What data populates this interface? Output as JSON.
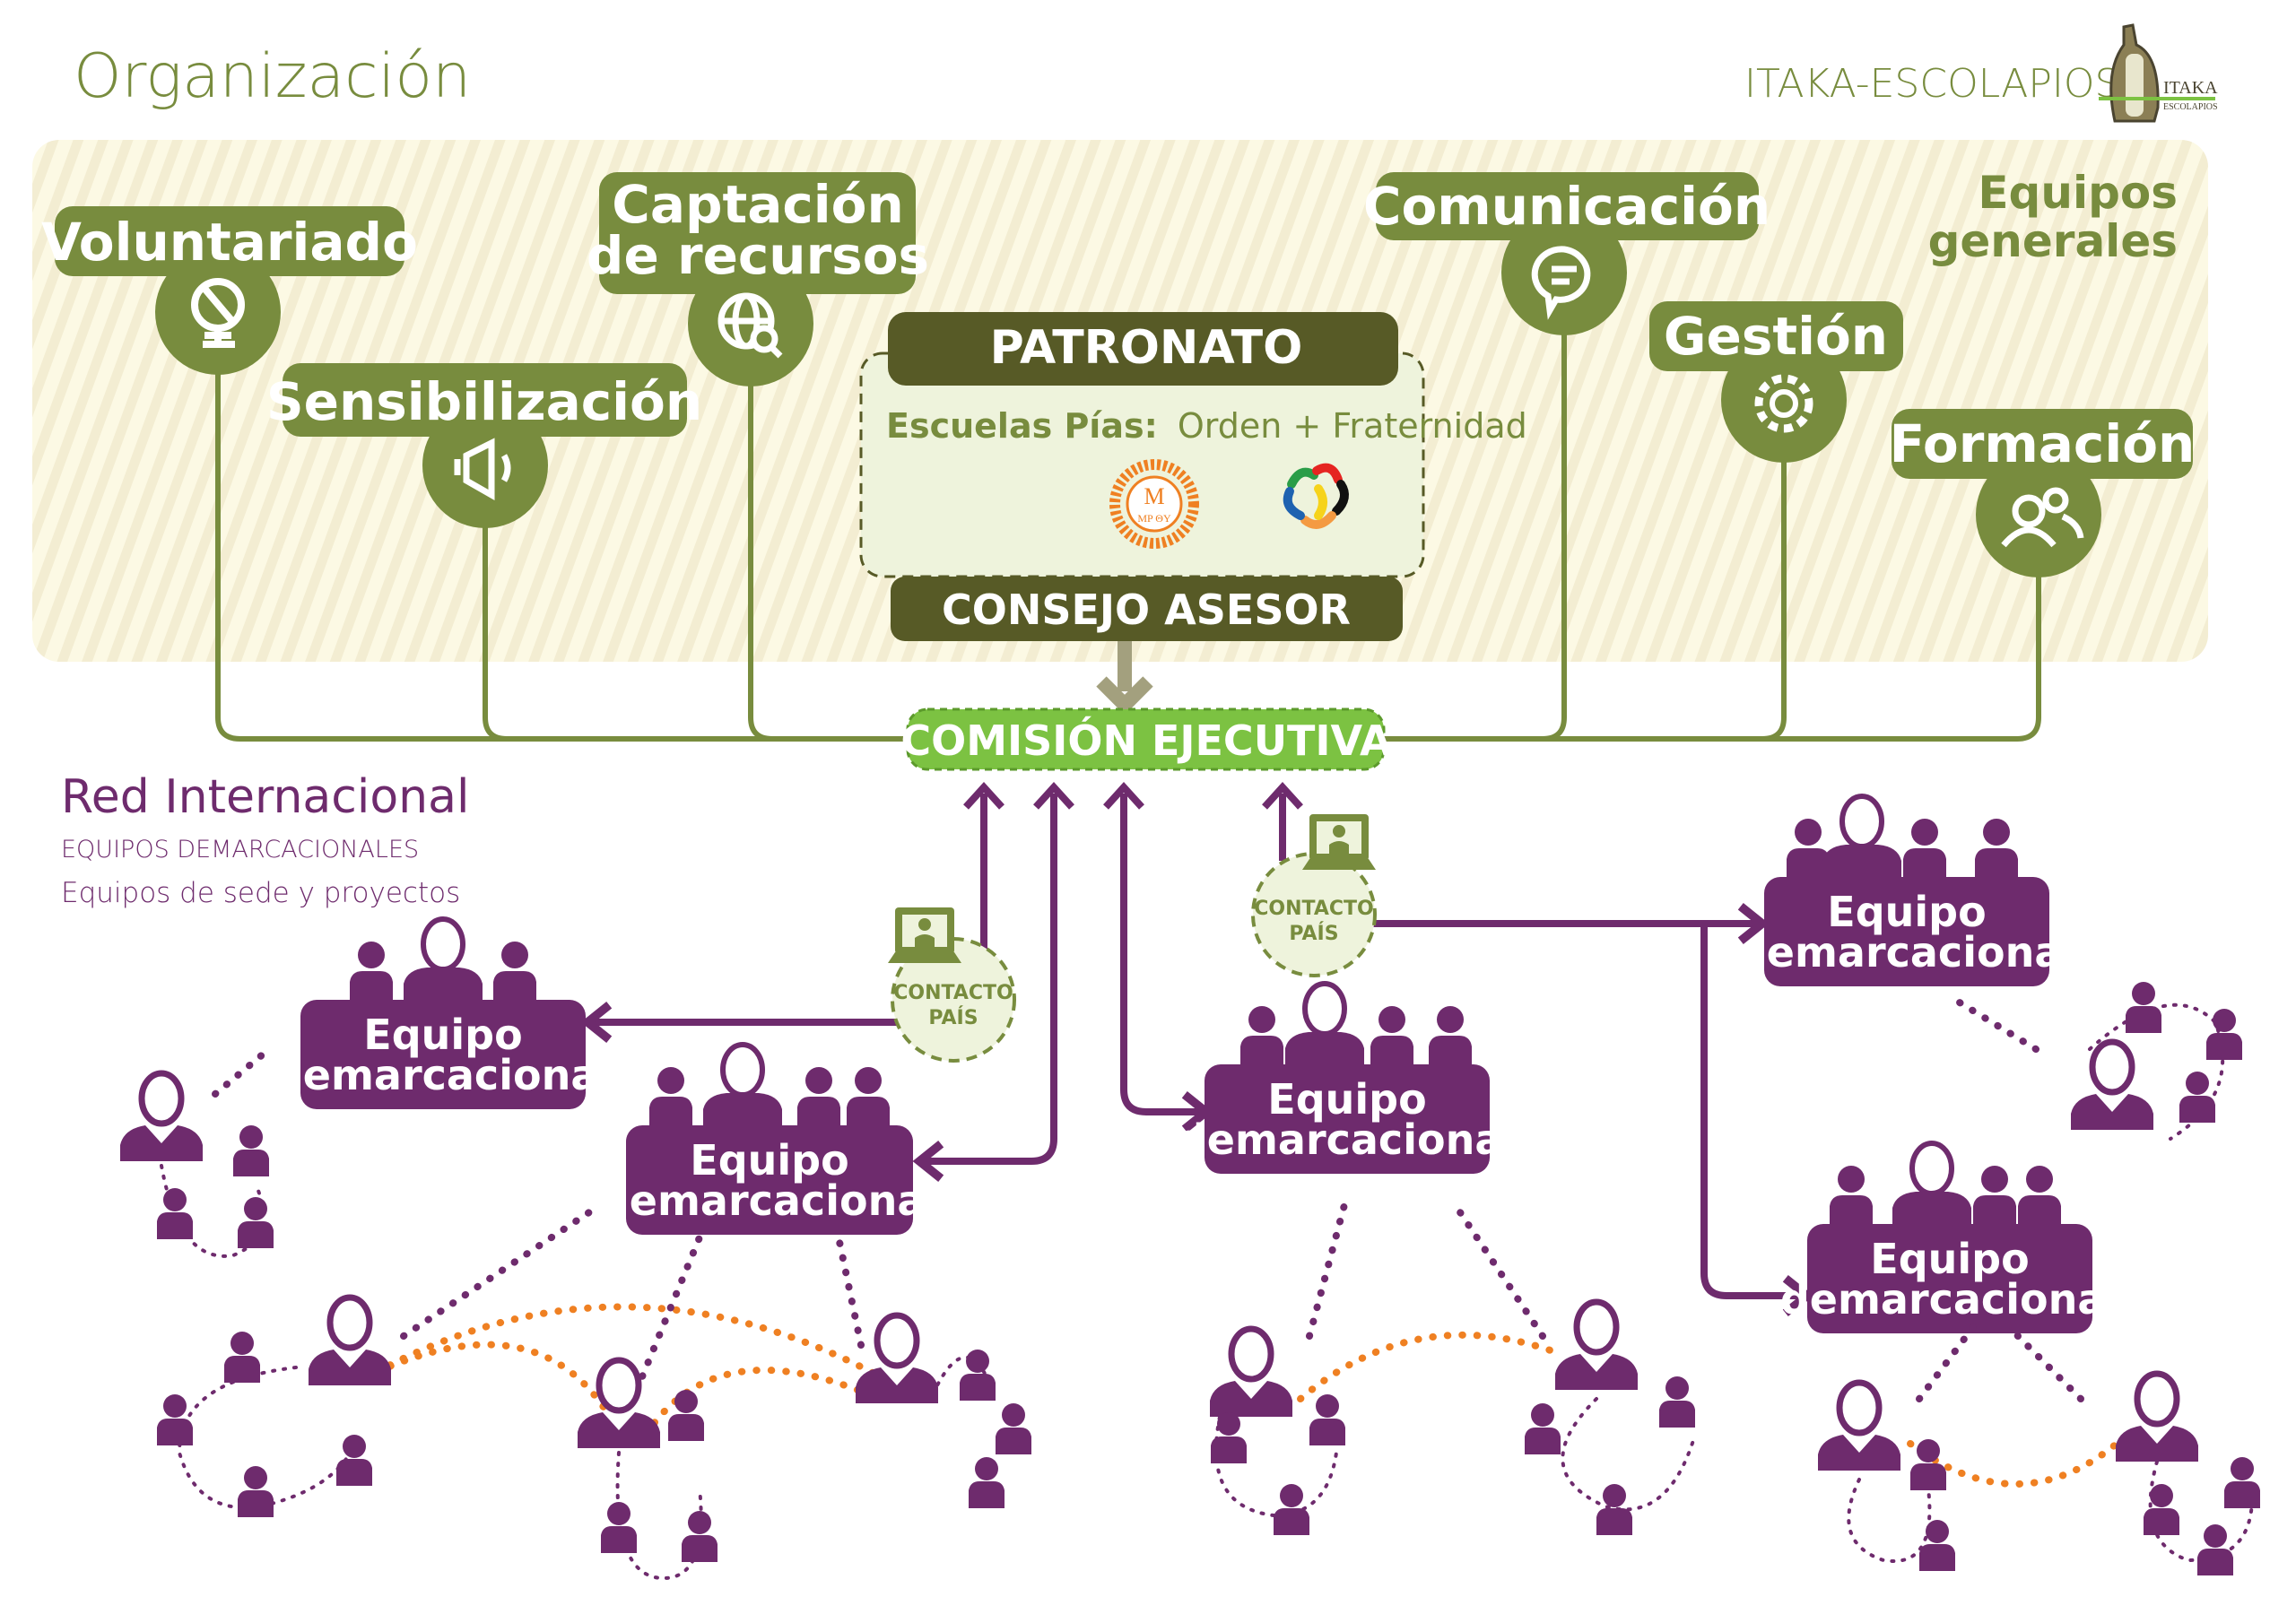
{
  "header": {
    "title": "Organización",
    "brand_text": "ITAKA-ESCOLAPIOS",
    "logo_line1": "ITAKA",
    "logo_line2": "ESCOLAPIOS"
  },
  "colors": {
    "green": "#788c3e",
    "dark_olive": "#575a26",
    "light_green": "#7cc242",
    "purple": "#6e2b6d",
    "orange": "#ef8022",
    "beige": "#fcf9e4",
    "pale_green": "#eef3dc",
    "arrow_gray": "#a3a07e"
  },
  "equipos_generales": {
    "label_line1": "Equipos",
    "label_line2": "generales",
    "teams": [
      {
        "name": "Voluntariado",
        "icon": "globe-icon"
      },
      {
        "name": "Sensibilización",
        "icon": "megaphone-icon"
      },
      {
        "name_line1": "Captación",
        "name_line2": "de recursos",
        "icon": "web-search-icon"
      },
      {
        "name": "Comunicación",
        "icon": "chat-bubble-icon"
      },
      {
        "name": "Gestión",
        "icon": "gear-icon"
      },
      {
        "name": "Formación",
        "icon": "users-icon"
      }
    ]
  },
  "governance": {
    "patronato": "PATRONATO",
    "escuelas_label": "Escuelas Pías:",
    "escuelas_value": "Orden + Fraternidad",
    "orden_logo_text": "MP ΘY",
    "consejo": "CONSEJO ASESOR",
    "comision": "COMISIÓN EJECUTIVA"
  },
  "red_internacional": {
    "title": "Red Internacional",
    "subtitle1": "EQUIPOS DEMARCACIONALES",
    "subtitle2": "Equipos de sede y proyectos",
    "contacto_line1": "CONTACTO",
    "contacto_line2": "PAÍS",
    "equipo_line1": "Equipo",
    "equipo_line2": "demarcacional",
    "equipos_count": 5
  }
}
